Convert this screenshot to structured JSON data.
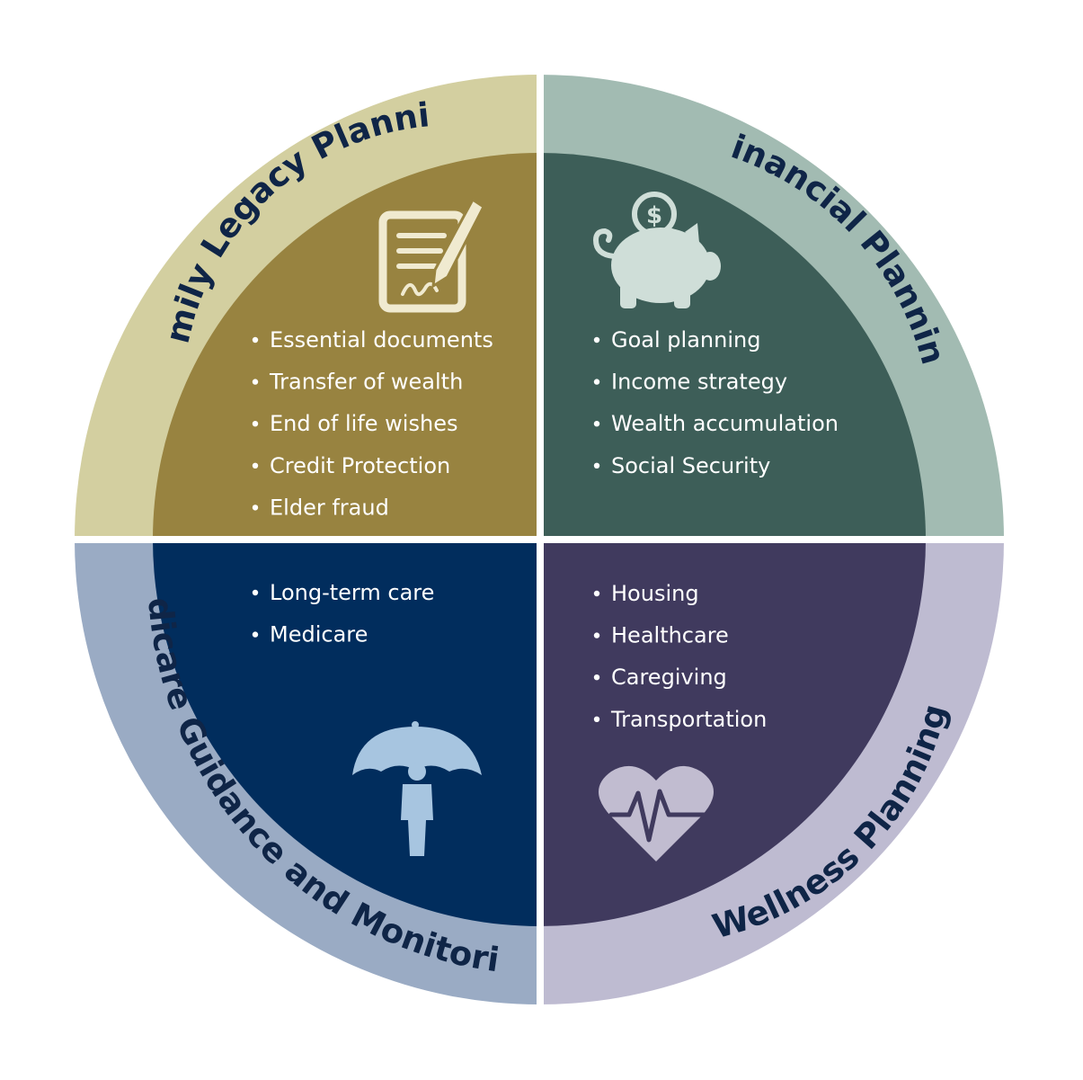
{
  "colors": {
    "family_outer": "#d3cfa0",
    "family_inner": "#988340",
    "financial_outer": "#a2bbb2",
    "financial_inner": "#3d5e58",
    "medicare_outer": "#9aabc4",
    "medicare_inner": "#012d5d",
    "wellness_outer": "#bebbd1",
    "wellness_inner": "#403a5e",
    "title_text": "#0f2547",
    "item_text": "#ffffff"
  },
  "quadrants": {
    "family": {
      "title": "Family Legacy Planning",
      "icon": "document-pen-icon",
      "items": [
        "Essential documents",
        "Transfer of wealth",
        "End of life wishes",
        "Credit Protection",
        "Elder fraud"
      ]
    },
    "financial": {
      "title": "Financial Planning",
      "icon": "piggy-bank-icon",
      "items": [
        "Goal planning",
        "Income strategy",
        "Wealth accumulation",
        "Social Security"
      ]
    },
    "medicare": {
      "title": "Medicare Guidance and Monitoring",
      "icon": "umbrella-person-icon",
      "items": [
        "Long-term care",
        "Medicare"
      ]
    },
    "wellness": {
      "title": "Wellness Planning",
      "icon": "heart-pulse-icon",
      "items": [
        "Housing",
        "Healthcare",
        "Caregiving",
        "Transportation"
      ]
    }
  }
}
